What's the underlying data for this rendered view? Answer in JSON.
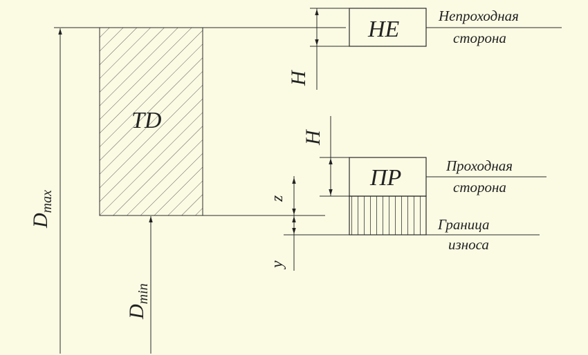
{
  "diagram": {
    "tolerance_field": "TD",
    "dimensions": {
      "d_max": {
        "base": "D",
        "sub": "max"
      },
      "d_min": {
        "base": "D",
        "sub": "min"
      },
      "h_upper": "H",
      "h_lower": "H",
      "z": "z",
      "y": "y"
    },
    "no_go": {
      "box_label": "НЕ",
      "side_label_line1": "Непроходная",
      "side_label_line2": "сторона"
    },
    "go": {
      "box_label": "ПР",
      "side_label_line1": "Проходная",
      "side_label_line2": "сторона"
    },
    "wear_limit": {
      "label_line1": "Граница",
      "label_line2": "износа"
    }
  }
}
